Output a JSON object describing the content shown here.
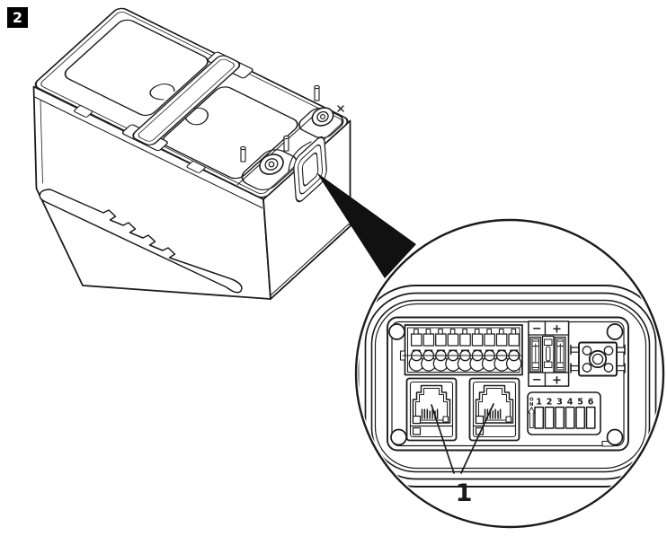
{
  "figure": {
    "number": "2"
  },
  "callout": {
    "part_label": "1",
    "fuse_block": {
      "minus_label": "−",
      "plus_label": "+"
    },
    "dip_switch": {
      "on_letter_1": "O",
      "on_letter_2": "N",
      "position_labels": [
        "1",
        "2",
        "3",
        "4",
        "5",
        "6"
      ]
    }
  },
  "colors": {
    "line": "#1b1b1b",
    "background": "#ffffff",
    "badge_background": "#000000",
    "badge_text": "#ffffff",
    "arrow": "#111111"
  }
}
